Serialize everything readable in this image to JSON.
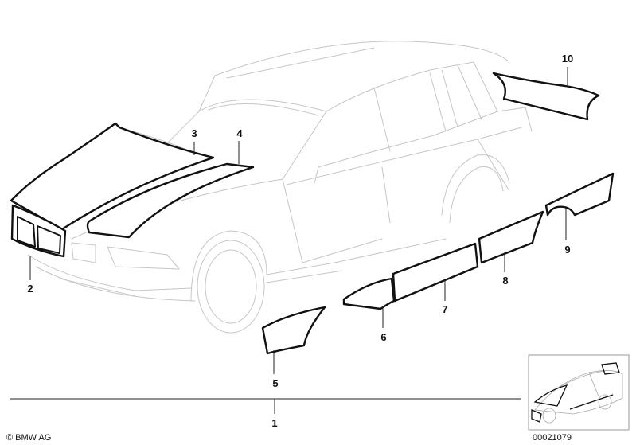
{
  "callouts": [
    {
      "id": "1",
      "label": "1"
    },
    {
      "id": "2",
      "label": "2"
    },
    {
      "id": "3",
      "label": "3"
    },
    {
      "id": "4",
      "label": "4"
    },
    {
      "id": "5",
      "label": "5"
    },
    {
      "id": "6",
      "label": "6"
    },
    {
      "id": "7",
      "label": "7"
    },
    {
      "id": "8",
      "label": "8"
    },
    {
      "id": "9",
      "label": "9"
    },
    {
      "id": "10",
      "label": "10"
    }
  ],
  "footer": {
    "copyright": "© BMW AG",
    "diagram_number": "00021079"
  }
}
